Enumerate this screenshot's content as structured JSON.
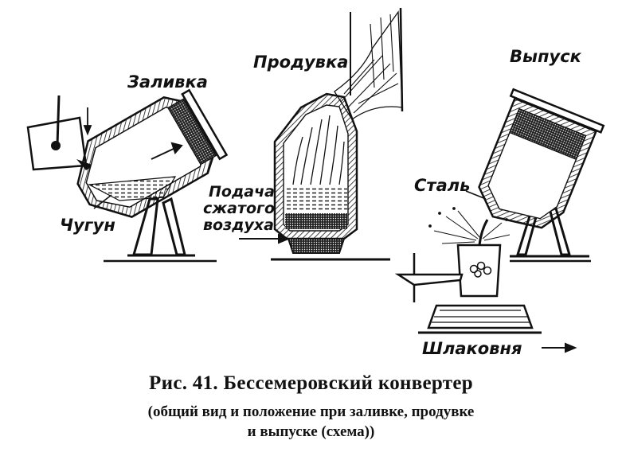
{
  "labels": {
    "pouring": "Заливка",
    "cast_iron": "Чугун",
    "blowing": "Продувка",
    "air_supply_1": "Подача",
    "air_supply_2": "сжатого",
    "air_supply_3": "воздуха",
    "tapping": "Выпуск",
    "steel": "Сталь",
    "slag_pot": "Шлаковня"
  },
  "caption": {
    "title": "Рис. 41. Бессемеровский конвертер",
    "line1": "(общий вид и положение при заливке, продувке",
    "line2": "и выпуске (схема))"
  },
  "colors": {
    "ink": "#111111",
    "paper": "#ffffff"
  }
}
